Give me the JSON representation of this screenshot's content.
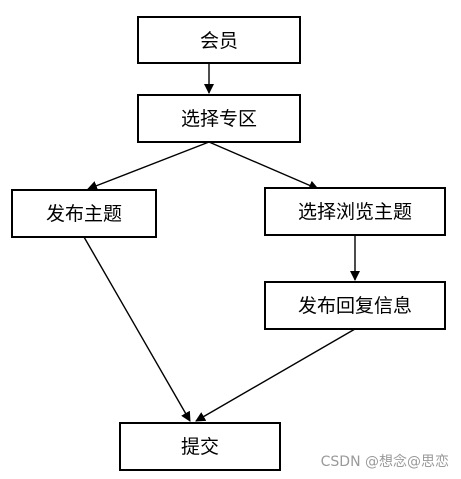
{
  "nodes": {
    "member": "会员",
    "select_zone": "选择专区",
    "post_topic": "发布主题",
    "browse_topic": "选择浏览主题",
    "post_reply": "发布回复信息",
    "submit": "提交"
  },
  "watermark": "CSDN @想念@思恋"
}
